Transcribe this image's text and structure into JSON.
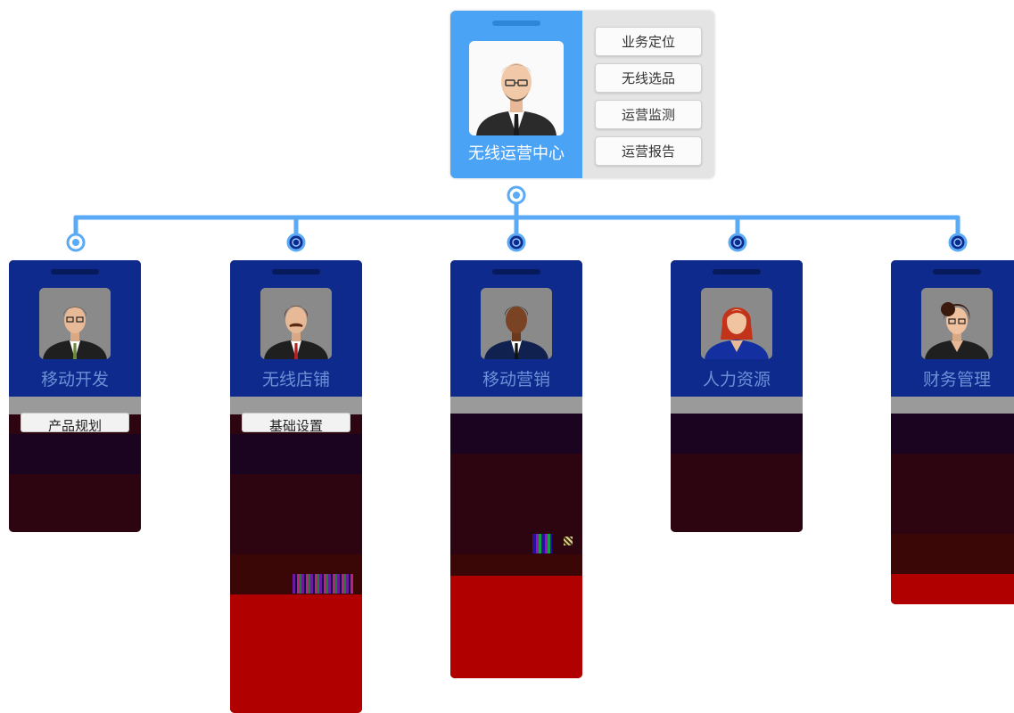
{
  "colors": {
    "top_blue": "#4aa3f5",
    "dept_blue": "#0d2a8c",
    "connector": "#5aaaf5",
    "panel_gray": "#e4e4e4",
    "glitch_dark": "#2d0510",
    "glitch_red": "#b00000"
  },
  "top_card": {
    "title": "无线运营中心",
    "avatar_icon": "man-glasses-beard-avatar-icon",
    "buttons": [
      "业务定位",
      "无线选品",
      "运营监测",
      "运营报告"
    ]
  },
  "departments": [
    {
      "title": "移动开发",
      "avatar_icon": "man-glasses-avatar-icon",
      "sub_button": "产品规划"
    },
    {
      "title": "无线店铺",
      "avatar_icon": "man-mustache-avatar-icon",
      "sub_button": "基础设置"
    },
    {
      "title": "移动营销",
      "avatar_icon": "man-dark-skin-avatar-icon"
    },
    {
      "title": "人力资源",
      "avatar_icon": "woman-red-hair-avatar-icon"
    },
    {
      "title": "财务管理",
      "avatar_icon": "woman-glasses-avatar-icon"
    }
  ]
}
